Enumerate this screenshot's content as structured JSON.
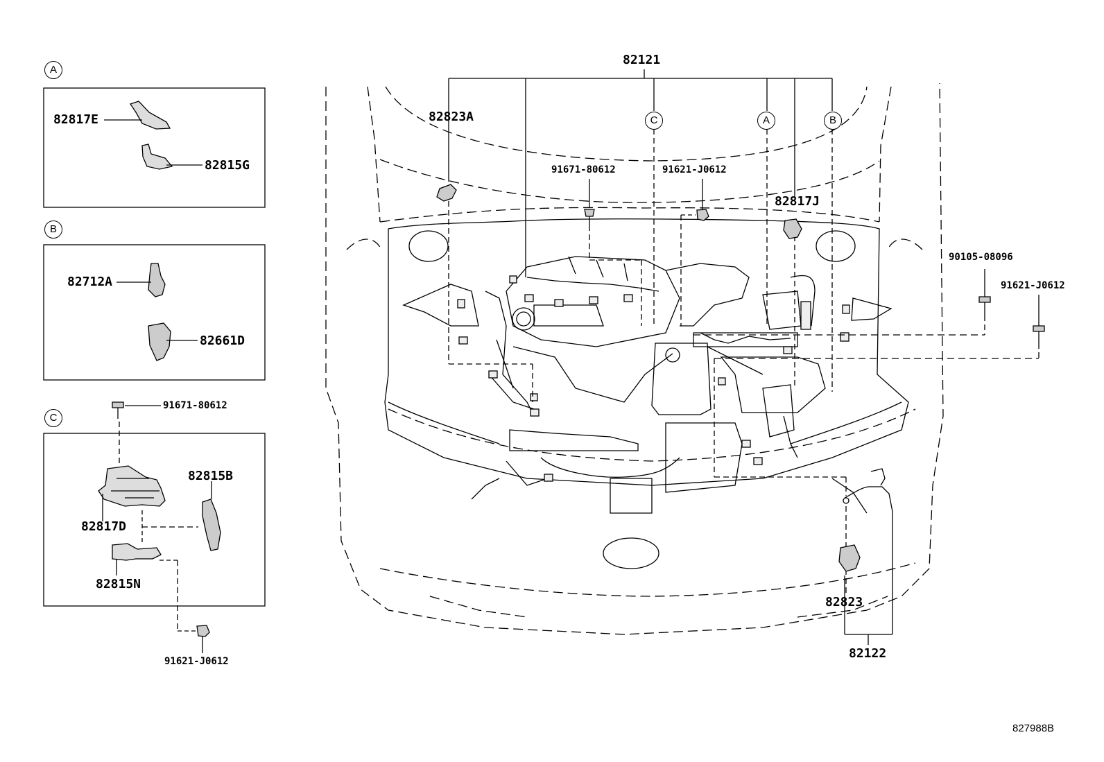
{
  "panels": {
    "A": {
      "tag": "A",
      "parts": {
        "p1": "82817E",
        "p2": "82815G"
      }
    },
    "B": {
      "tag": "B",
      "parts": {
        "p1": "82712A",
        "p2": "82661D"
      }
    },
    "C": {
      "tag": "C",
      "parts": {
        "bolt_top": "91671-80612",
        "p1": "82815B",
        "p2": "82817D",
        "p3": "82815N",
        "bolt_bottom": "91621-J0612"
      }
    }
  },
  "main": {
    "harness_label": "82121",
    "callouts": {
      "c": "C",
      "a": "A",
      "b": "B"
    },
    "parts": {
      "clamp_left": "82823A",
      "bolt_center": "91671-80612",
      "bolt_center_right": "91621-J0612",
      "clip_right": "82817J",
      "bolt_far_right_1": "90105-08096",
      "bolt_far_right_2": "91621-J0612",
      "clamp_front": "82823",
      "sub_harness": "82122"
    }
  },
  "reference_code": "827988B"
}
